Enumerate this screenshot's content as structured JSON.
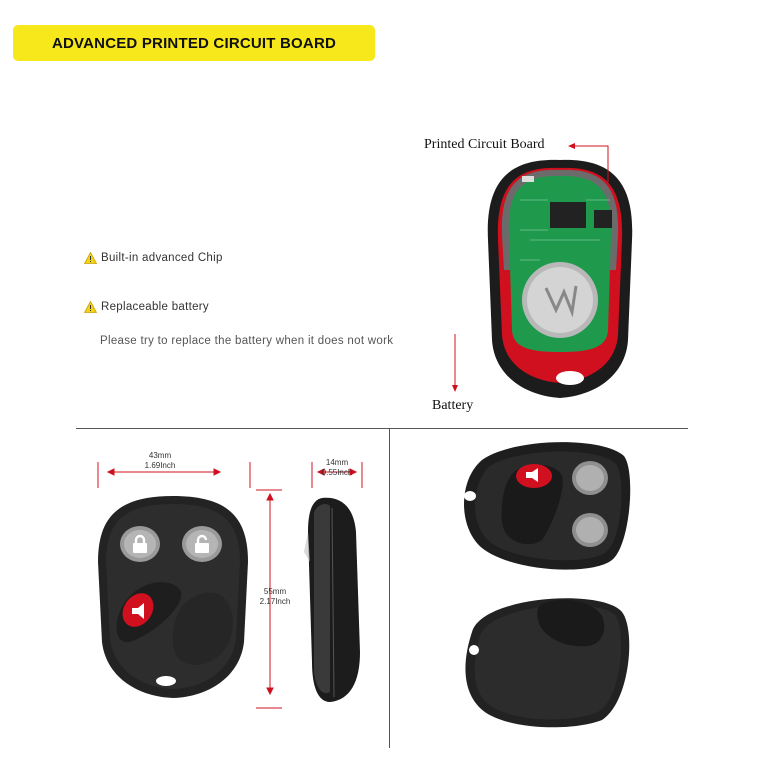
{
  "banner": {
    "title": "ADVANCED PRINTED CIRCUIT BOARD"
  },
  "features": [
    {
      "label": "Built-in advanced Chip"
    },
    {
      "label": "Replaceable battery"
    }
  ],
  "note": "Please try to replace the battery when it does not work",
  "callouts": {
    "pcb": "Printed Circuit Board",
    "battery": "Battery"
  },
  "dimensions": {
    "width_mm": "43mm",
    "width_in": "1.69Inch",
    "thickness_mm": "14mm",
    "thickness_in": "0.55Inch",
    "height_mm": "55mm",
    "height_in": "2.17Inch"
  },
  "colors": {
    "banner": "#f7e81c",
    "accent": "#d0101f",
    "pcb": "#1f9a4c",
    "warning": "#f2d21b"
  },
  "icons": [
    "warning-icon",
    "lock-icon",
    "unlock-icon",
    "horn-icon"
  ]
}
